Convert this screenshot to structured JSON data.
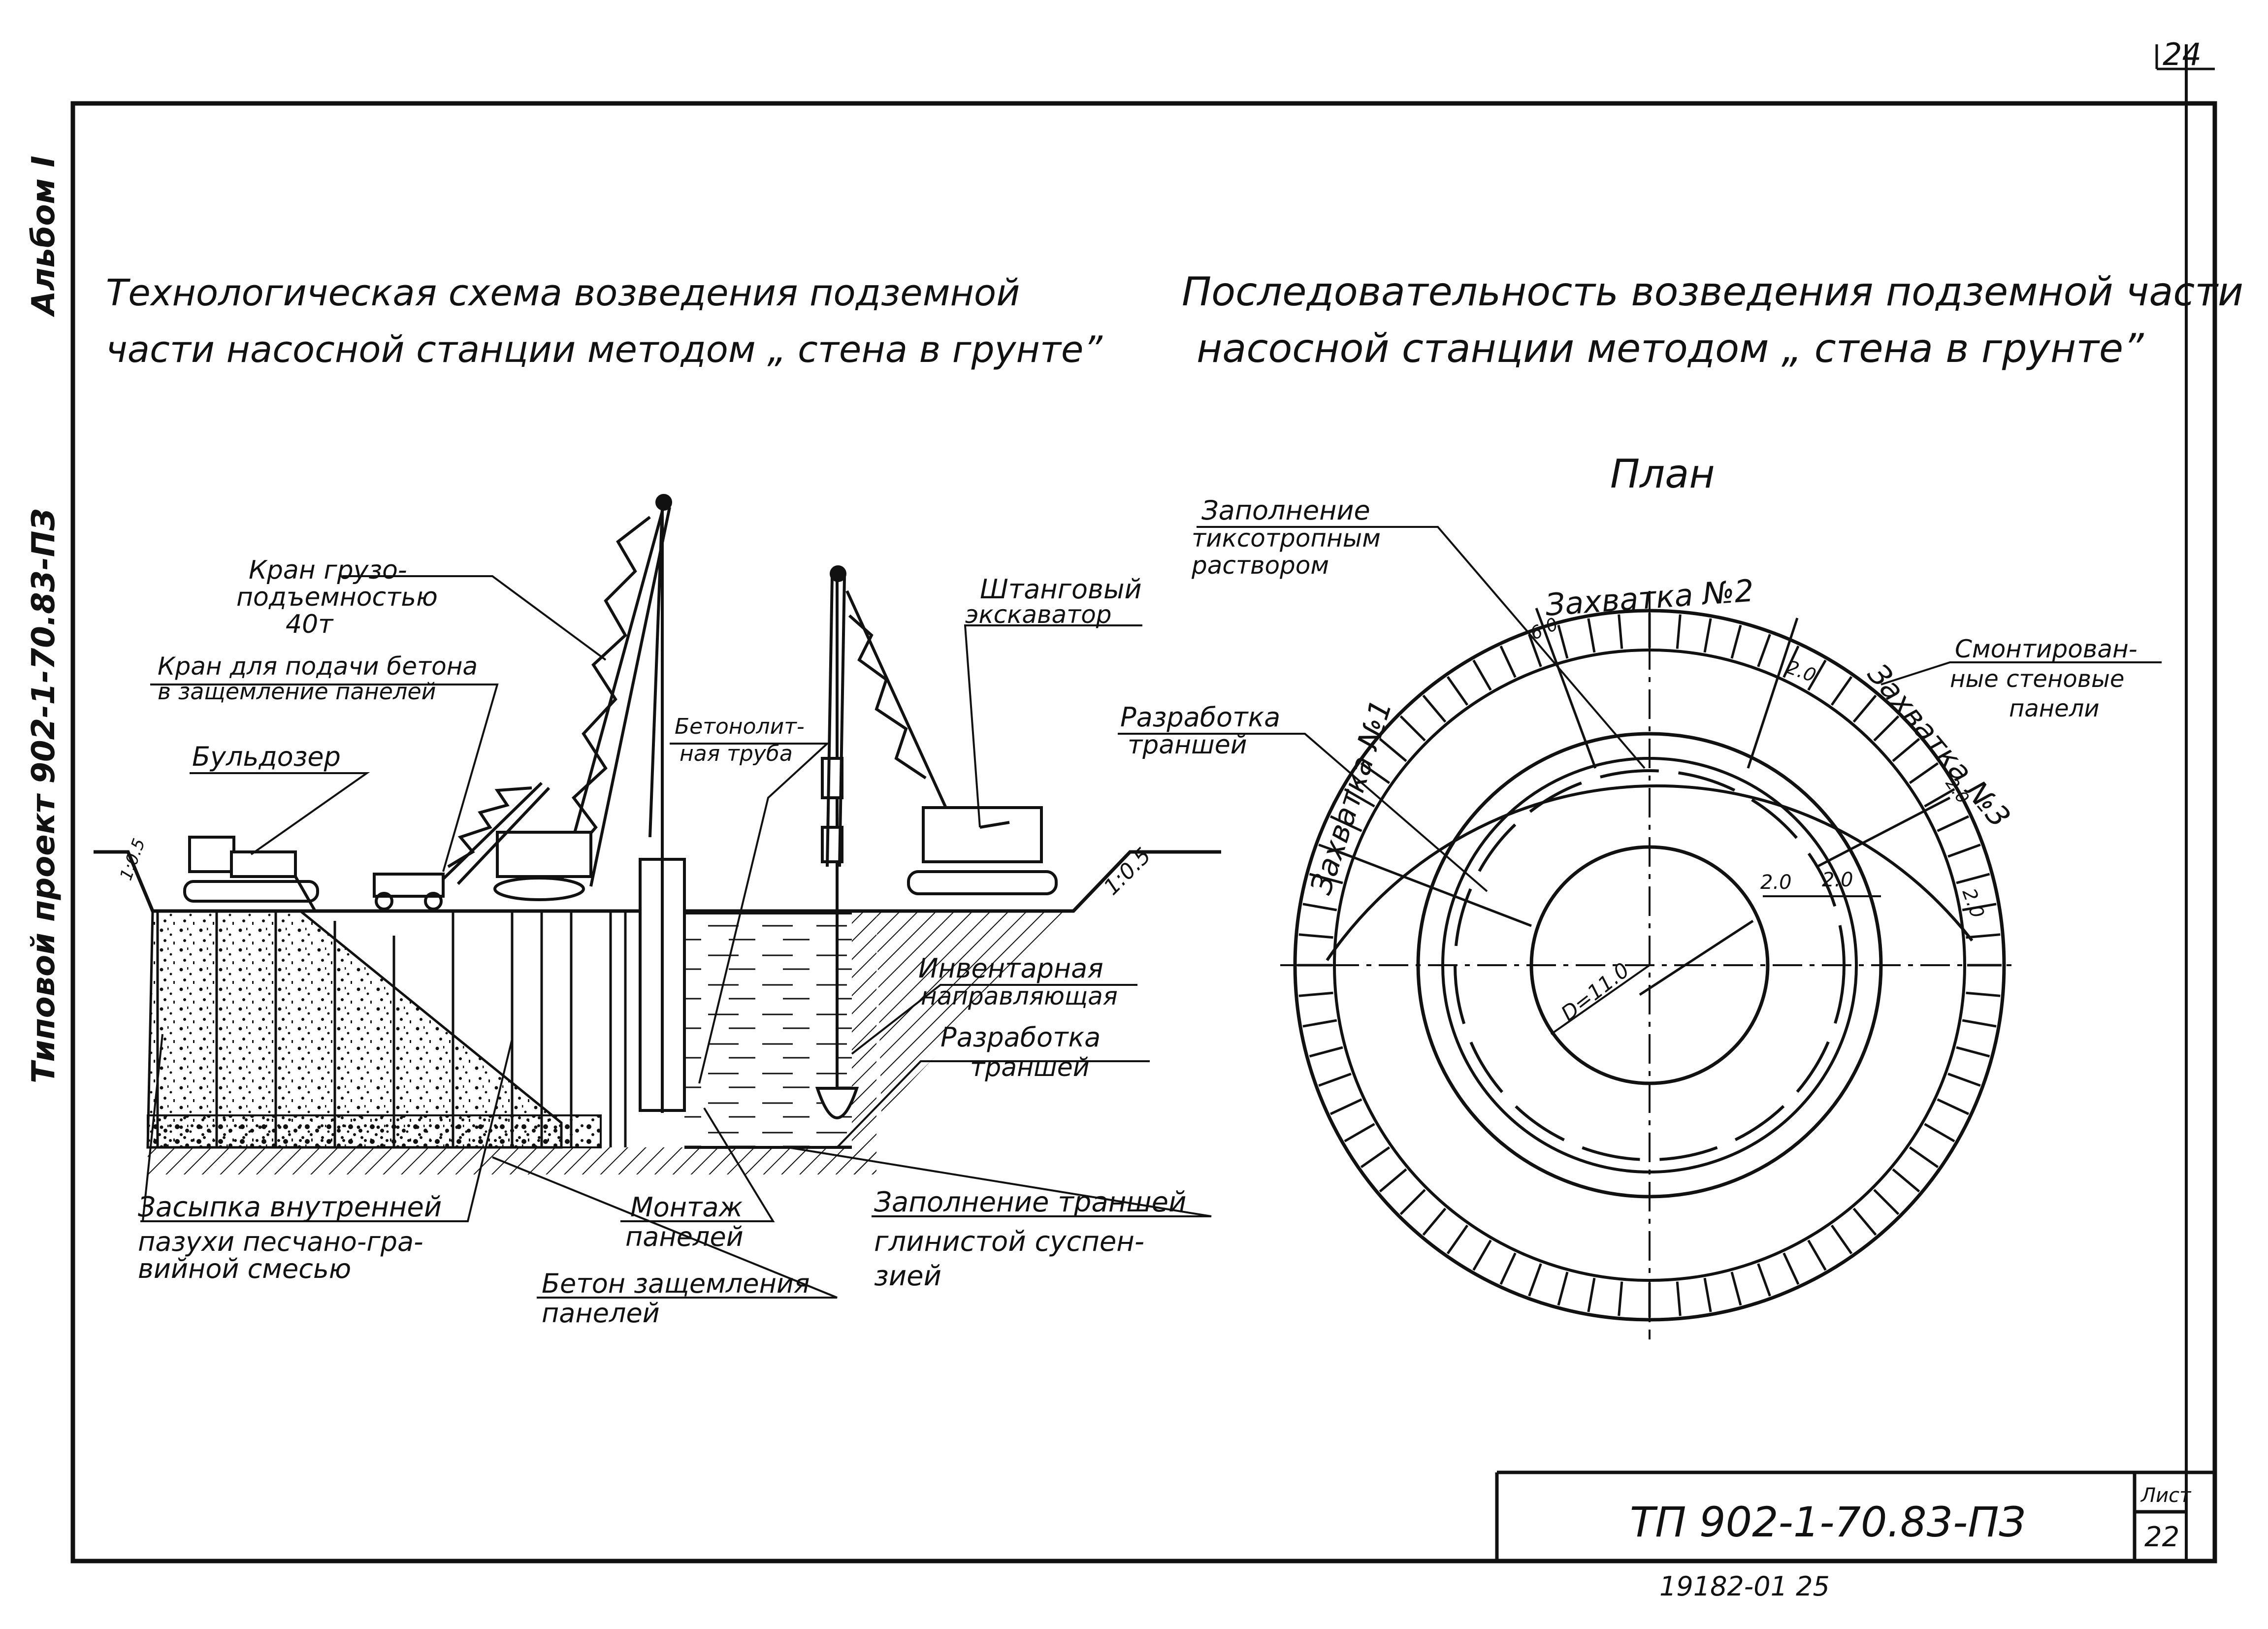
{
  "sheet": {
    "page_number": "24",
    "side_album": "Альбом I",
    "side_project": "Типовой проект 902-1-70.83-ПЗ",
    "doc_code": "ТП 902-1-70.83-ПЗ",
    "sheet_label": "Лист",
    "sheet_number": "22",
    "inventory": "19182-01  25"
  },
  "left": {
    "title_line1": "Технологическая   схема возведения подземной",
    "title_line2": "части насосной станции методом „ стена в грунте”",
    "labels": {
      "crane_capacity_1": "Кран грузо-",
      "crane_capacity_2": "подъемностью",
      "crane_capacity_3": "40т",
      "crane_concrete_1": "Кран для подачи бетона",
      "crane_concrete_2": "в защемление панелей",
      "bulldozer": "Бульдозер",
      "concrete_pipe_1": "Бетонолит-",
      "concrete_pipe_2": "ная труба",
      "excavator_1": "Штанговый",
      "excavator_2": "экскаватор",
      "slope_left": "1:0.5",
      "slope_right": "1:0.5",
      "guide_1": "Инвентарная",
      "guide_2": "направляющая",
      "trench_dev_1": "Разработка",
      "trench_dev_2": "траншей",
      "backfill_1": "Засыпка внутренней",
      "backfill_2": "пазухи песчано-гра-",
      "backfill_3": "вийной смесью",
      "mounting_1": "Монтаж",
      "mounting_2": "панелей",
      "fill_trench_1": "Заполнение траншей",
      "fill_trench_2": "глинистой суспен-",
      "fill_trench_3": "зией",
      "concrete_clamp_1": "Бетон защемления",
      "concrete_clamp_2": "панелей"
    }
  },
  "right": {
    "title_line1": "Последовательность возведения подземной части",
    "title_line2": "насосной станции методом „ стена в грунте”",
    "plan_title": "План",
    "labels": {
      "thixo_1": "Заполнение",
      "thixo_2": "тиксотропным",
      "thixo_3": "раствором",
      "grip_1": "Захватка №1",
      "grip_2": "Захватка №2",
      "grip_3": "Захватка №3",
      "mounted_1": "Смонтирован-",
      "mounted_2": "ные стеновые",
      "mounted_3": "панели",
      "trench_dev_1": "Разработка",
      "trench_dev_2": "траншей",
      "dim_60": "6.0",
      "dim_20a": "2.0",
      "dim_20b": "2.0",
      "dim_20c": "2.0",
      "dim_20d": "2.0",
      "dim_20e": "2.0",
      "diameter": "D=11.0"
    }
  }
}
